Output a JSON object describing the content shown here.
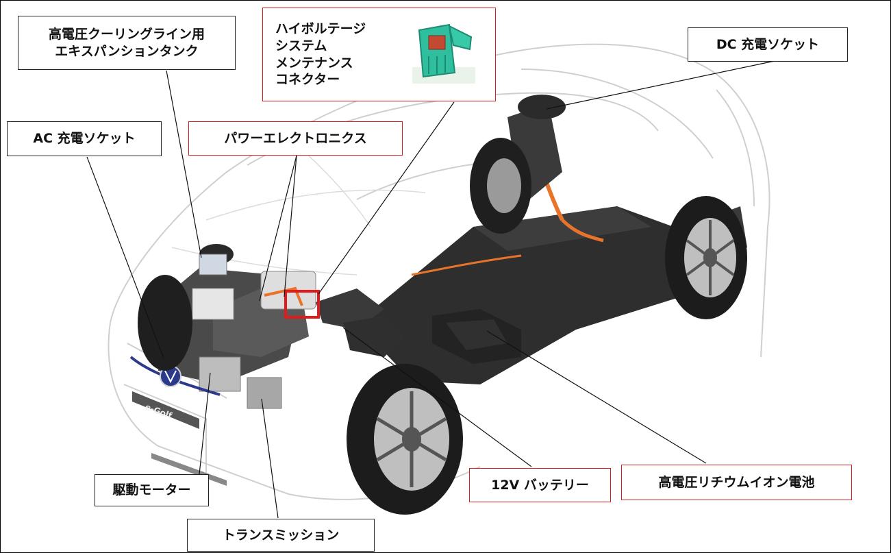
{
  "labels": {
    "expansion_tank": [
      "高電圧クーリングライン用",
      "エキスパンションタンク"
    ],
    "hv_connector": [
      "ハイボルテージ",
      "システム",
      "メンテナンス",
      "コネクター"
    ],
    "dc_socket": "DC 充電ソケット",
    "ac_socket": "AC 充電ソケット",
    "power_electronics": "パワーエレクトロニクス",
    "drive_motor": "駆動モーター",
    "transmission": "トランスミッション",
    "battery_12v": "12V バッテリー",
    "hv_battery": "高電圧リチウムイオン電池"
  },
  "car_badge": "e-Golf",
  "colors": {
    "highlight_border": "#d42020",
    "hv_orange": "#e8742c",
    "connector_green": "#2fbf9f",
    "body_line": "#cfcfcf",
    "chassis_dark": "#2a2a2a"
  }
}
